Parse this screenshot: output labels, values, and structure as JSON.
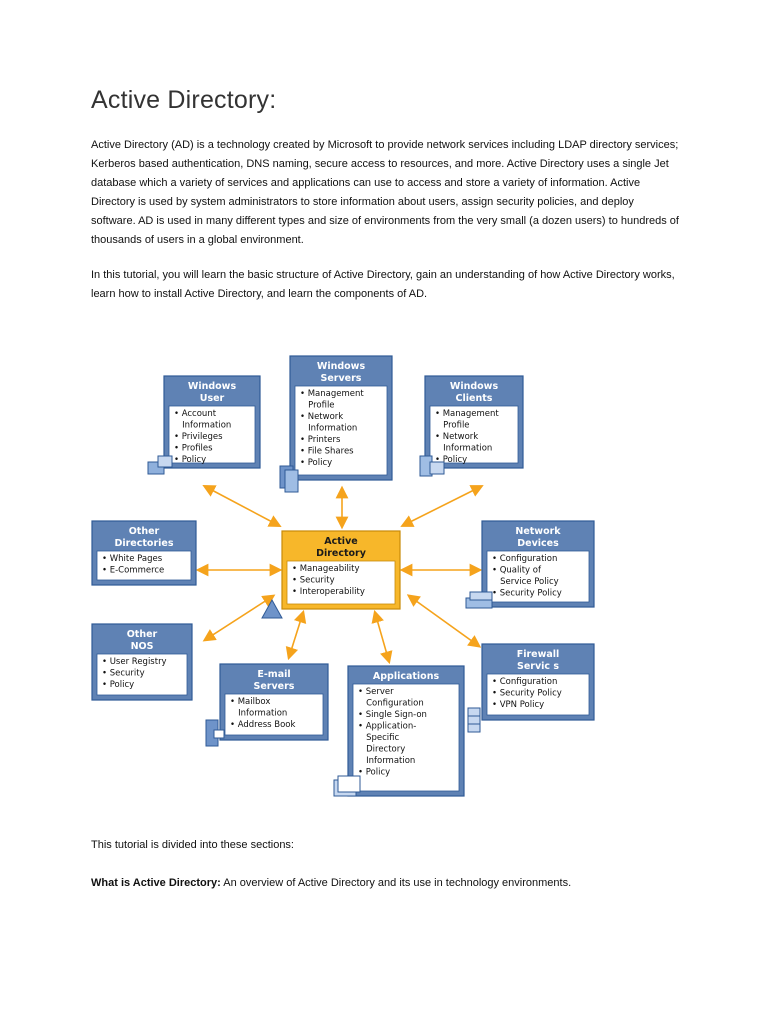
{
  "document": {
    "title": "Active Directory:",
    "paragraph1": "Active Directory (AD) is a technology created by Microsoft to provide network services including LDAP directory services; Kerberos based authentication, DNS naming, secure access to resources, and more. Active Directory uses a single Jet database which a variety of services and applications can use to access and store a variety of information. Active Directory is used by system administrators to store information about users, assign security policies, and deploy software. AD is used in many different types and size of environments from the very small (a dozen users) to hundreds of thousands of users in a global environment.",
    "paragraph2": "In this tutorial, you will learn the basic structure of Active Directory, gain an understanding of how Active Directory works, learn how to install Active Directory, and learn the components of AD.",
    "paragraph3": "This tutorial is divided into these sections:",
    "section_item": {
      "label": "What is Active Directory:",
      "text": " An overview of Active Directory and its use in technology environments."
    }
  },
  "diagram": {
    "center": {
      "title": [
        "Active",
        "Directory"
      ],
      "items": [
        "Manageability",
        "Security",
        "Interoperability"
      ]
    },
    "nodes": [
      {
        "id": "windows-user",
        "title": [
          "Windows",
          "User"
        ],
        "items": [
          "Account",
          "  Information",
          "Privileges",
          "Profiles",
          "Policy"
        ]
      },
      {
        "id": "windows-servers",
        "title": [
          "Windows",
          "Servers"
        ],
        "items": [
          "Management",
          "  Profile",
          "Network",
          "  Information",
          "Printers",
          "File Shares",
          "Policy"
        ]
      },
      {
        "id": "windows-clients",
        "title": [
          "Windows",
          "Clients"
        ],
        "items": [
          "Management",
          "  Profile",
          "Network",
          "  Information",
          "Policy"
        ]
      },
      {
        "id": "other-directories",
        "title": [
          "Other",
          "Directories"
        ],
        "items": [
          "White Pages",
          "E-Commerce"
        ]
      },
      {
        "id": "network-devices",
        "title": [
          "Network",
          "Devices"
        ],
        "items": [
          "Configuration",
          "Quality of",
          "  Service Policy",
          "Security Policy"
        ]
      },
      {
        "id": "other-nos",
        "title": [
          "Other",
          "NOS"
        ],
        "items": [
          "User Registry",
          "Security",
          "Policy"
        ]
      },
      {
        "id": "firewall-services",
        "title": [
          "Firewall",
          "Servic  s"
        ],
        "items": [
          "Configuration",
          "Security Policy",
          "VPN Policy"
        ]
      },
      {
        "id": "email-servers",
        "title": [
          "E-mail",
          "Servers"
        ],
        "items": [
          "Mailbox",
          "  Information",
          "Address Book"
        ]
      },
      {
        "id": "applications",
        "title": [
          "Applications"
        ],
        "items": [
          "Server",
          "  Configuration",
          "Single Sign-on",
          "Application-",
          "  Specific",
          "  Directory",
          "  Information",
          "Policy"
        ]
      }
    ],
    "colors": {
      "node_header": "#5f82b4",
      "node_border": "#2f5a96",
      "center_fill": "#f7b72a",
      "arrow": "#f5a31c",
      "title_text": "#ffffff"
    }
  }
}
